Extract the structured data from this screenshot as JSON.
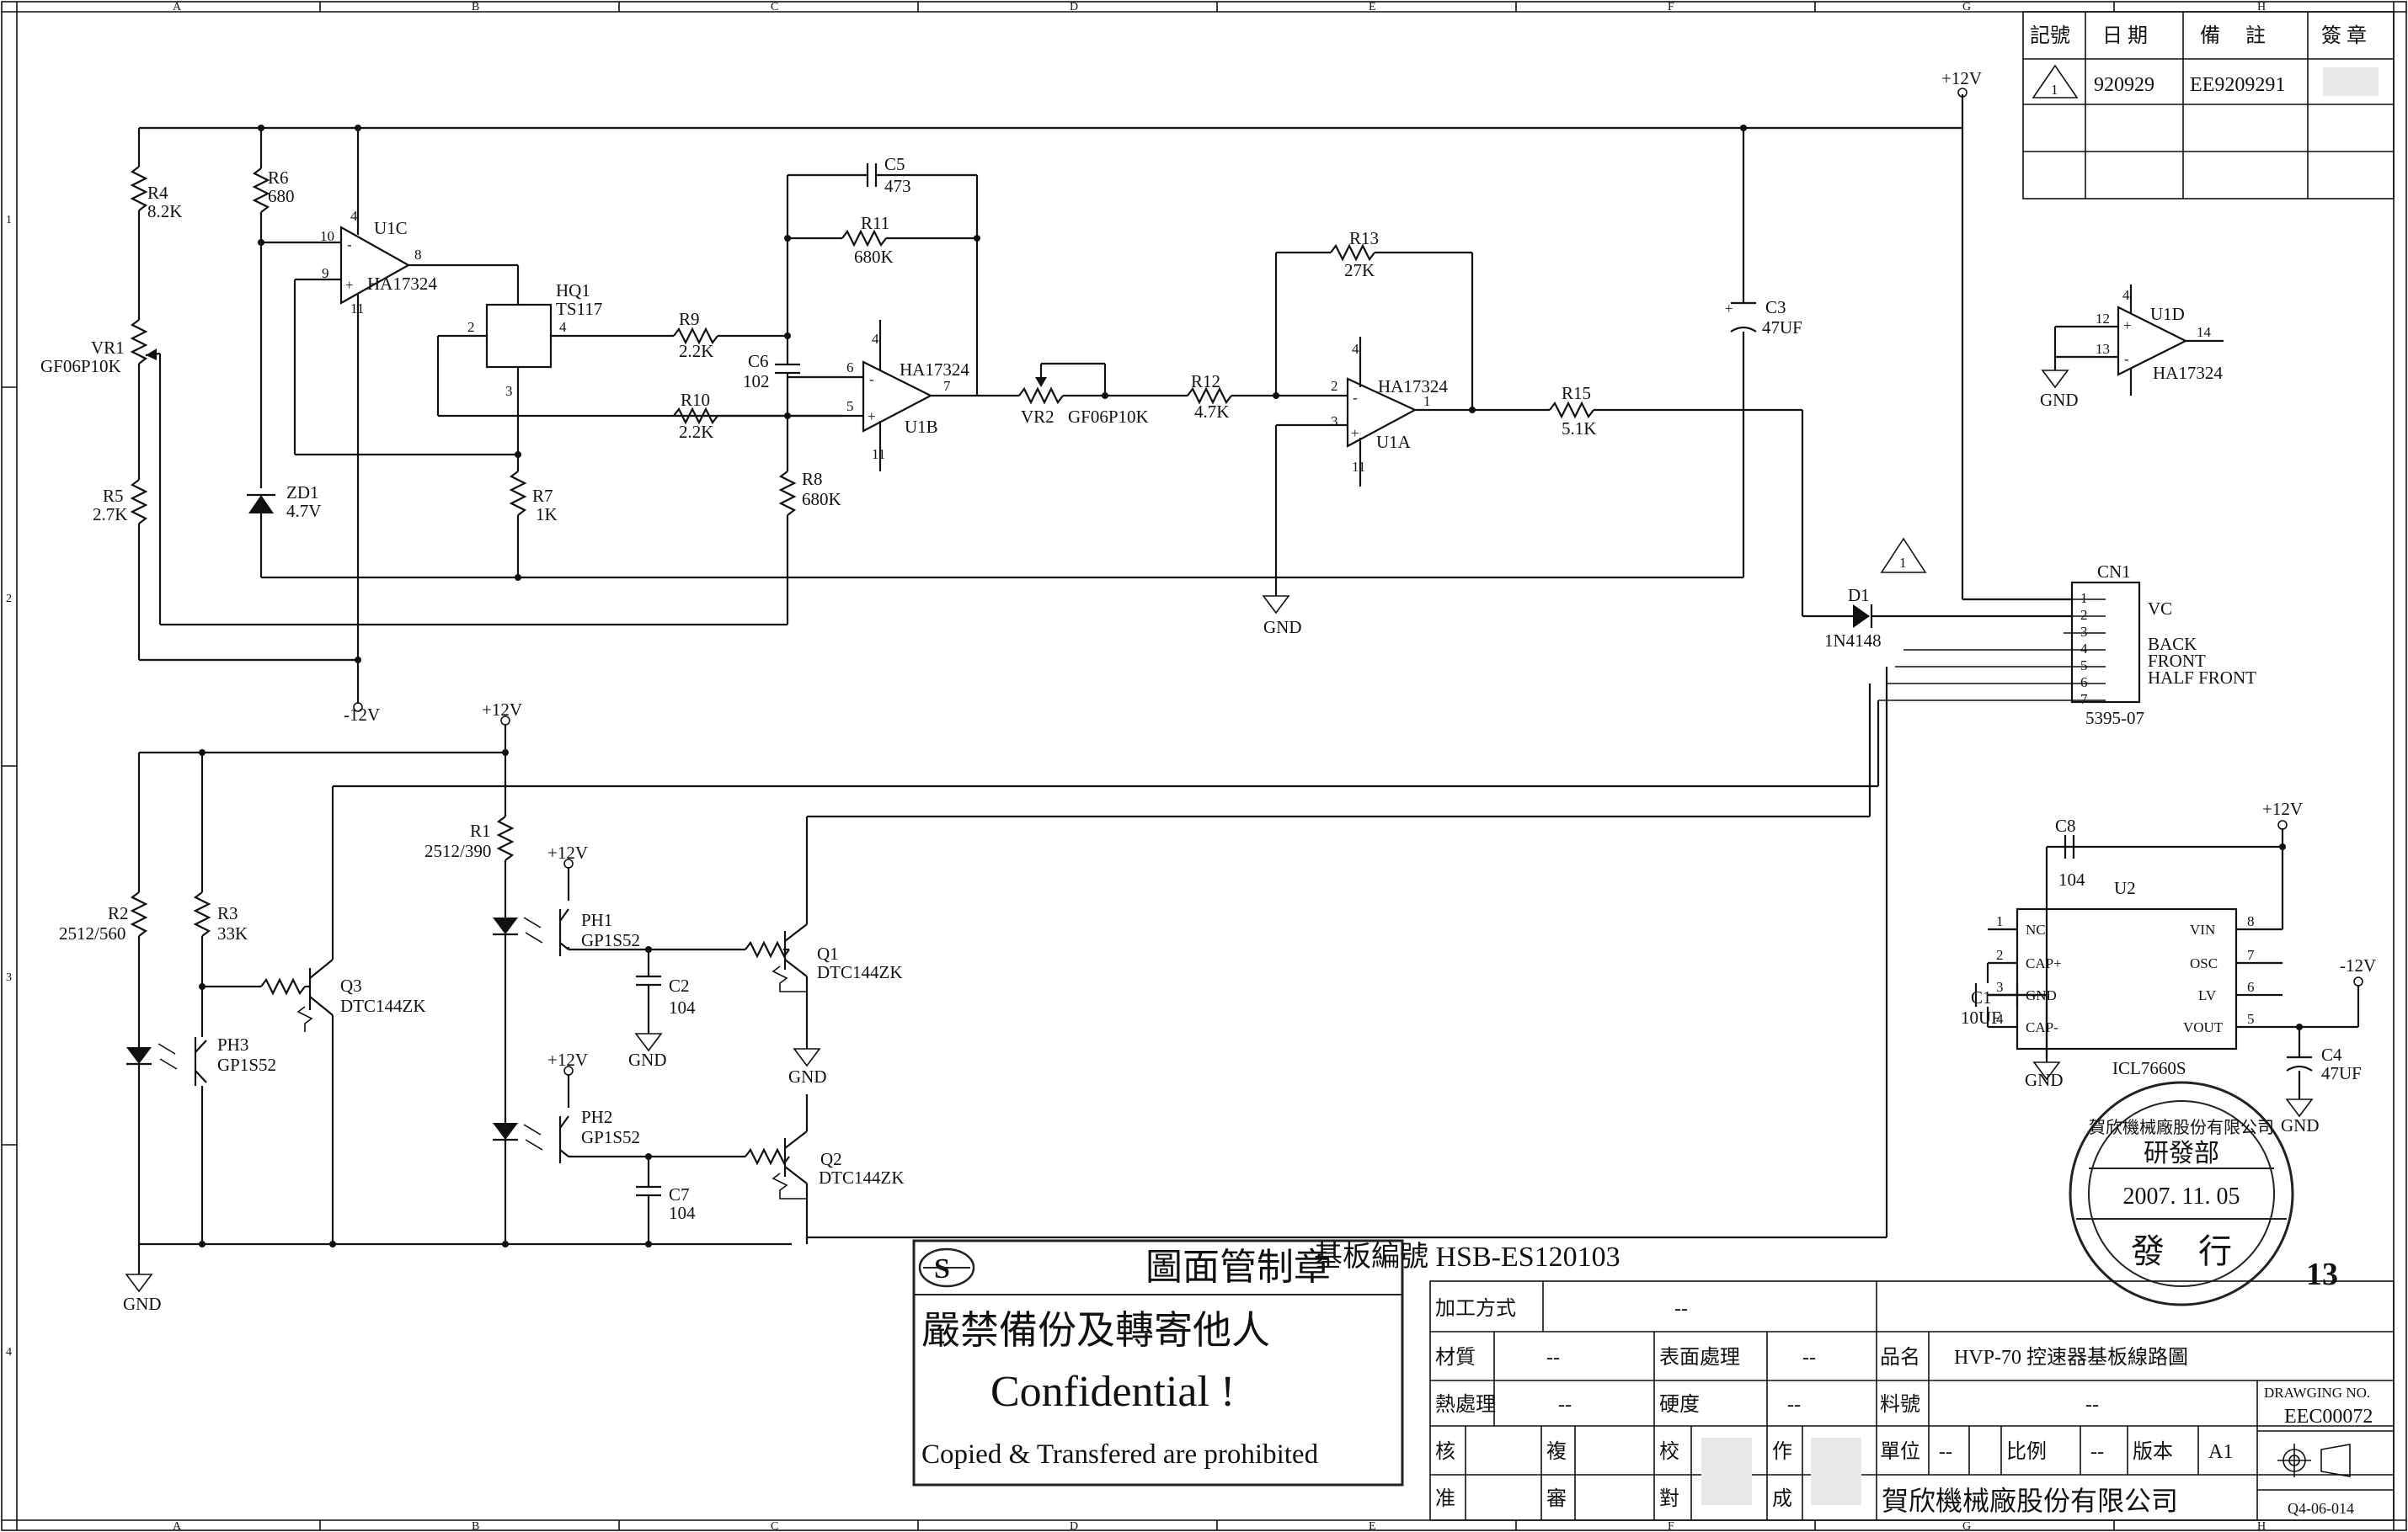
{
  "revision_table": {
    "headers": [
      "記號",
      "日 期",
      "備　 註",
      "簽 章"
    ],
    "rows": [
      {
        "mark": "1",
        "date": "920929",
        "note": "EE9209291"
      }
    ]
  },
  "zone_letters": [
    "A",
    "B",
    "C",
    "D",
    "E",
    "F",
    "G",
    "H"
  ],
  "zone_numbers": [
    "1",
    "2",
    "3",
    "4"
  ],
  "components": {
    "R4": {
      "ref": "R4",
      "value": "8.2K"
    },
    "R6": {
      "ref": "R6",
      "value": "680"
    },
    "VR1": {
      "ref": "VR1",
      "value": "GF06P10K"
    },
    "R5": {
      "ref": "R5",
      "value": "2.7K"
    },
    "ZD1": {
      "ref": "ZD1",
      "value": "4.7V"
    },
    "U1C": {
      "ref": "U1C",
      "value": "HA17324"
    },
    "HQ1": {
      "ref": "HQ1",
      "value": "TS117"
    },
    "R7": {
      "ref": "R7",
      "value": "1K"
    },
    "R9": {
      "ref": "R9",
      "value": "2.2K"
    },
    "R10": {
      "ref": "R10",
      "value": "2.2K"
    },
    "C6": {
      "ref": "C6",
      "value": "102"
    },
    "R8": {
      "ref": "R8",
      "value": "680K"
    },
    "C5": {
      "ref": "C5",
      "value": "473"
    },
    "R11": {
      "ref": "R11",
      "value": "680K"
    },
    "U1B": {
      "ref": "U1B",
      "value": "HA17324"
    },
    "VR2": {
      "ref": "VR2",
      "value": "GF06P10K"
    },
    "R12": {
      "ref": "R12",
      "value": "4.7K"
    },
    "R13": {
      "ref": "R13",
      "value": "27K"
    },
    "U1A": {
      "ref": "U1A",
      "value": "HA17324"
    },
    "R15": {
      "ref": "R15",
      "value": "5.1K"
    },
    "C3": {
      "ref": "C3",
      "value": "47UF"
    },
    "U1D": {
      "ref": "U1D",
      "value": "HA17324"
    },
    "D1": {
      "ref": "D1",
      "value": "1N4148"
    },
    "CN1": {
      "ref": "CN1",
      "value": "5395-07"
    },
    "R1": {
      "ref": "R1",
      "value": "2512/390"
    },
    "R2": {
      "ref": "R2",
      "value": "2512/560"
    },
    "R3": {
      "ref": "R3",
      "value": "33K"
    },
    "Q3": {
      "ref": "Q3",
      "value": "DTC144ZK"
    },
    "PH3": {
      "ref": "PH3",
      "value": "GP1S52"
    },
    "PH1": {
      "ref": "PH1",
      "value": "GP1S52"
    },
    "PH2": {
      "ref": "PH2",
      "value": "GP1S52"
    },
    "C2": {
      "ref": "C2",
      "value": "104"
    },
    "C7": {
      "ref": "C7",
      "value": "104"
    },
    "Q1": {
      "ref": "Q1",
      "value": "DTC144ZK"
    },
    "Q2": {
      "ref": "Q2",
      "value": "DTC144ZK"
    },
    "C8": {
      "ref": "C8",
      "value": "104"
    },
    "U2": {
      "ref": "U2",
      "value": "ICL7660S"
    },
    "C1": {
      "ref": "C1",
      "value": "10UF"
    },
    "C4": {
      "ref": "C4",
      "value": "47UF"
    }
  },
  "nets": {
    "pos12": "+12V",
    "neg12": "-12V",
    "gnd": "GND"
  },
  "connector_pins": {
    "numbers": [
      "1",
      "2",
      "3",
      "4",
      "5",
      "6",
      "7"
    ],
    "vc": "VC",
    "back": "BACK",
    "front": "FRONT",
    "half_front": "HALF FRONT"
  },
  "u2_pins": {
    "nc": "NC",
    "capp": "CAP+",
    "gnd": "GND",
    "capm": "CAP-",
    "vin": "VIN",
    "osc": "OSC",
    "lv": "LV",
    "vout": "VOUT"
  },
  "stamps": {
    "control_title": "圖面管制章",
    "control_line2": "嚴禁備份及轉寄他人",
    "confidential": "Confidential !",
    "copied": "Copied & Transfered are prohibited",
    "dept_company": "賀欣機械廠股份有限公司",
    "dept": "研發部",
    "dept_date": "2007. 11. 05",
    "issued": "發　行"
  },
  "page_number": "13",
  "board_number": "基板編號 HSB-ES120103",
  "title_block": {
    "process_label": "加工方式",
    "process_value": "--",
    "material_label": "材質",
    "material_value": "--",
    "surface_label": "表面處理",
    "surface_value": "--",
    "heat_label": "熱處理",
    "heat_value": "--",
    "hardness_label": "硬度",
    "hardness_value": "--",
    "part_name_label": "品名",
    "part_name_value": "HVP-70 控速器基板線路圖",
    "part_no_label": "料號",
    "part_no_value": "--",
    "unit_label": "單位",
    "unit_value": "--",
    "scale_label": "比例",
    "scale_value": "--",
    "version_label": "版本",
    "version_value": "A1",
    "check_label": "核",
    "approve_label": "准",
    "review1": "複",
    "review2": "審",
    "verify1": "校",
    "verify2": "對",
    "make1": "作",
    "make2": "成",
    "company": "賀欣機械廠股份有限公司",
    "drawing_no_label": "DRAWGING NO.",
    "drawing_no_value": "EEC00072",
    "form_no": "Q4-06-014"
  }
}
